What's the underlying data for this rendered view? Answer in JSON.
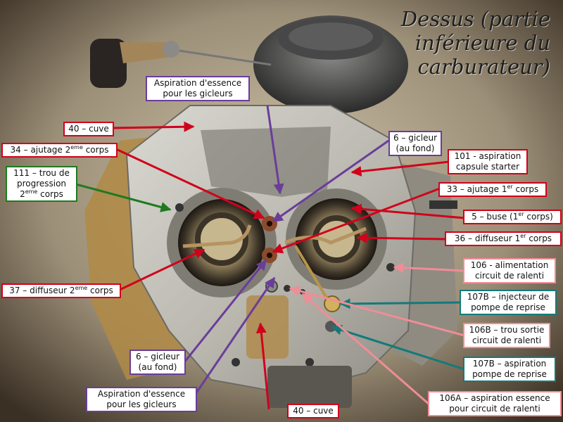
{
  "title": {
    "line1": "Dessus (partie",
    "line2": "inférieure du",
    "line3": "carburateur)"
  },
  "colors": {
    "red": "#d0021b",
    "purple": "#6a3d9a",
    "green": "#1f7a1f",
    "pink": "#f08d96",
    "teal": "#137a7a",
    "label_bg": "#ffffff"
  },
  "labels": {
    "aspiration_top": {
      "line1": "Aspiration d'essence",
      "line2": "pour les gicleurs"
    },
    "cuve_top": {
      "text": "40 – cuve"
    },
    "ajutage2": {
      "text": "34 – ajutage 2",
      "sup": "eme",
      "tail": " corps"
    },
    "trou111": {
      "line1": "111 – trou de",
      "line2": "progression",
      "line3a": "2",
      "line3sup": "eme",
      "line3b": " corps"
    },
    "diffuseur2": {
      "text": "37 – diffuseur 2",
      "sup": "eme",
      "tail": " corps"
    },
    "gicleur_top": {
      "line1": "6 – gicleur",
      "line2": "(au fond)"
    },
    "aspiration101": {
      "line1": "101 - aspiration",
      "line2": "capsule starter"
    },
    "ajutage1": {
      "text": "33 – ajutage 1",
      "sup": "er",
      "tail": " corps"
    },
    "buse": {
      "text": "5 – buse (1",
      "sup": "er",
      "tail": " corps)"
    },
    "diffuseur1": {
      "text": "36 – diffuseur 1",
      "sup": "er",
      "tail": " corps"
    },
    "alim106": {
      "line1": "106 - alimentation",
      "line2": "circuit de ralenti"
    },
    "injecteur107b_top": {
      "line1": "107B – injecteur de",
      "line2": "pompe de reprise"
    },
    "trou106b": {
      "line1": "106B – trou sortie",
      "line2": "circuit de ralenti"
    },
    "aspiration107b": {
      "line1": "107B – aspiration",
      "line2": "pompe de reprise"
    },
    "aspiration106a": {
      "line1": "106A – aspiration essence",
      "line2": "pour circuit de ralenti"
    },
    "gicleur_bottom": {
      "line1": "6 – gicleur",
      "line2": "(au fond)"
    },
    "aspiration_bottom": {
      "line1": "Aspiration d'essence",
      "line2": "pour les gicleurs"
    },
    "cuve_bottom": {
      "text": "40 – cuve"
    }
  }
}
